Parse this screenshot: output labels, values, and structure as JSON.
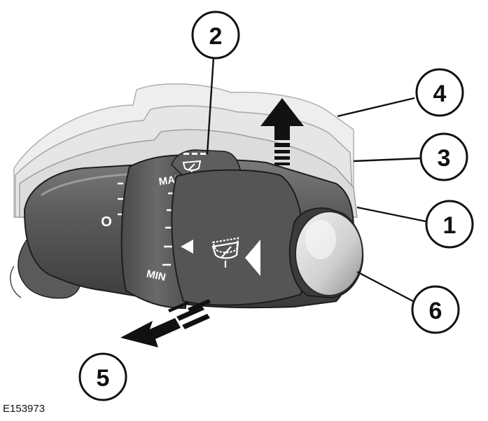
{
  "figure": {
    "id": "E153973",
    "labels": {
      "max": "MAX",
      "min": "MIN",
      "off": "O"
    },
    "callouts": [
      {
        "number": "1"
      },
      {
        "number": "2"
      },
      {
        "number": "3"
      },
      {
        "number": "4"
      },
      {
        "number": "5"
      },
      {
        "number": "6"
      }
    ]
  }
}
